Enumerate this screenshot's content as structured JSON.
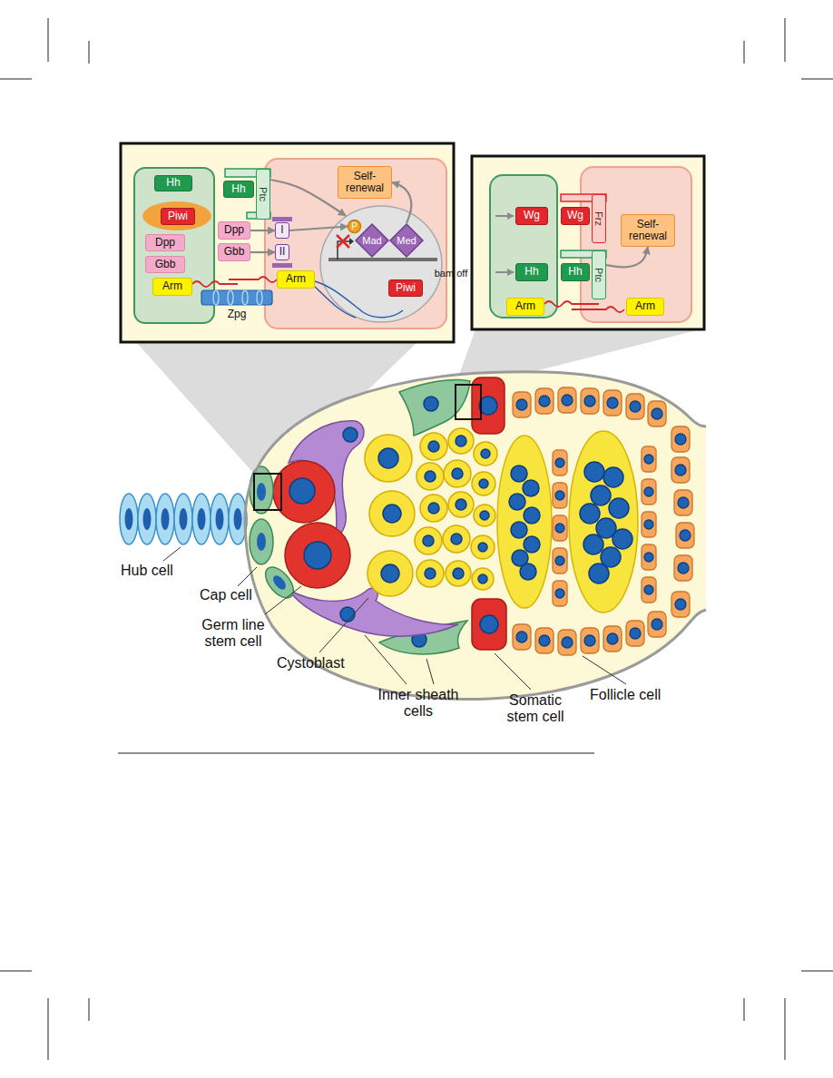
{
  "diagram": {
    "nodes": [
      {
        "text": [
          "Hh"
        ]
      },
      {
        "text": [
          "Piwi"
        ]
      },
      {
        "text": [
          "Dpp"
        ]
      },
      {
        "text": [
          "Gbb"
        ]
      },
      {
        "text": [
          "Arm"
        ]
      },
      {
        "text": [
          "Ptc"
        ]
      },
      {
        "text": [
          "Hh"
        ]
      },
      {
        "text": [
          "Dpp"
        ]
      },
      {
        "text": [
          "Gbb"
        ]
      },
      {
        "text": [
          "I"
        ]
      },
      {
        "text": [
          "II"
        ]
      },
      {
        "text": [
          "Self- renewal"
        ]
      },
      {
        "text": [
          "bam off"
        ]
      },
      {
        "text": [
          "P"
        ],
        "in": 12
      },
      {
        "text": [
          "Mad"
        ],
        "in": 12
      },
      {
        "text": [
          "Med"
        ],
        "in": 12
      },
      {
        "text": [
          "Piwi"
        ],
        "in": 12
      },
      {
        "text": [
          "Arm"
        ]
      },
      {
        "text": [
          "Wg"
        ]
      },
      {
        "text": [
          "Hh"
        ]
      },
      {
        "text": [
          "Arm"
        ]
      },
      {
        "text": [
          "Frz"
        ]
      },
      {
        "text": [
          "Wg"
        ]
      },
      {
        "text": [
          "Ptc"
        ]
      },
      {
        "text": [
          "Hh"
        ]
      },
      {
        "text": [
          "Self- renewal"
        ]
      },
      {
        "text": [
          "Arm"
        ]
      }
    ],
    "edges": [
      {
        "from": 5,
        "to": 12,
        "arrow": "to"
      },
      {
        "from": 7,
        "to": 9,
        "arrow": "to"
      },
      {
        "from": 8,
        "to": 10,
        "arrow": "to"
      },
      {
        "from": 9,
        "to": 13,
        "arrow": "to"
      },
      {
        "from": 15,
        "to": 11,
        "arrow": "to"
      },
      {
        "from": 23,
        "to": 25,
        "arrow": "to"
      }
    ],
    "labels": [
      "Zpg",
      "Hub cell",
      "Cap cell",
      "Germ line stem cell",
      "Cystoblast",
      "Inner sheath cells",
      "Somatic stem cell",
      "Follicle cell"
    ]
  }
}
